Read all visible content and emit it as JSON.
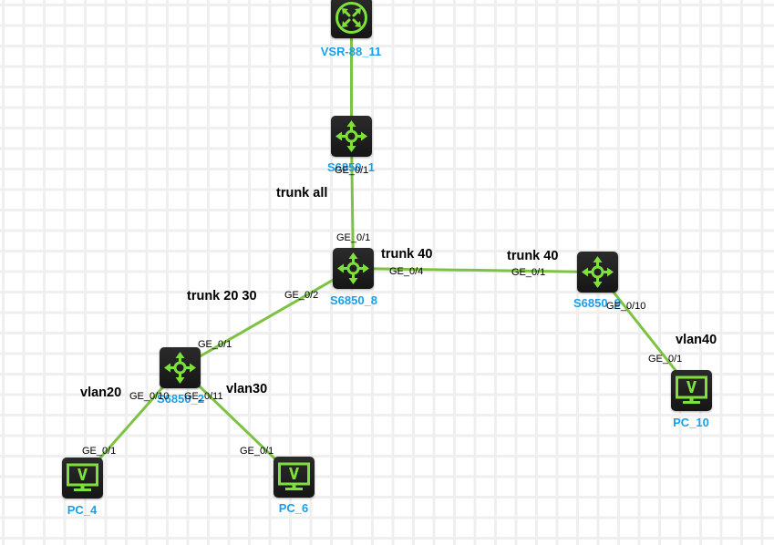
{
  "diagram": {
    "colors": {
      "link": "#7dc242",
      "icon": "#7ee03a",
      "node_label": "#1aa0e8",
      "text": "#000000"
    },
    "nodes": [
      {
        "id": "VSR-88_11",
        "type": "router",
        "icon": "router-icon",
        "label": "VSR-88_11"
      },
      {
        "id": "S6850_1",
        "type": "switch",
        "icon": "switch-icon",
        "label": "S6850_1"
      },
      {
        "id": "S6850_8",
        "type": "switch",
        "icon": "switch-icon",
        "label": "S6850_8"
      },
      {
        "id": "S6850_9",
        "type": "switch",
        "icon": "switch-icon",
        "label": "S6850_9"
      },
      {
        "id": "S6850_2",
        "type": "switch",
        "icon": "switch-icon",
        "label": "S6850_2"
      },
      {
        "id": "PC_4",
        "type": "pc",
        "icon": "pc-icon",
        "label": "PC_4"
      },
      {
        "id": "PC_6",
        "type": "pc",
        "icon": "pc-icon",
        "label": "PC_6"
      },
      {
        "id": "PC_10",
        "type": "pc",
        "icon": "pc-icon",
        "label": "PC_10"
      }
    ],
    "links": [
      {
        "from": "VSR-88_11",
        "to": "S6850_1",
        "from_port": "",
        "to_port": "",
        "label": ""
      },
      {
        "from": "S6850_1",
        "to": "S6850_8",
        "from_port": "GE_0/1",
        "to_port": "GE_0/1",
        "label": "trunk all"
      },
      {
        "from": "S6850_8",
        "to": "S6850_9",
        "from_port": "GE_0/4",
        "to_port": "GE_0/1",
        "label": "trunk 40",
        "label2": "trunk 40"
      },
      {
        "from": "S6850_8",
        "to": "S6850_2",
        "from_port": "GE_0/2",
        "to_port": "GE_0/1",
        "label": "trunk 20 30"
      },
      {
        "from": "S6850_9",
        "to": "PC_10",
        "from_port": "GE_0/10",
        "to_port": "GE_0/1",
        "label": "vlan40"
      },
      {
        "from": "S6850_2",
        "to": "PC_4",
        "from_port": "GE_0/10",
        "to_port": "GE_0/1",
        "label": "vlan20"
      },
      {
        "from": "S6850_2",
        "to": "PC_6",
        "from_port": "GE_0/11",
        "to_port": "GE_0/1",
        "label": "vlan30"
      }
    ]
  }
}
